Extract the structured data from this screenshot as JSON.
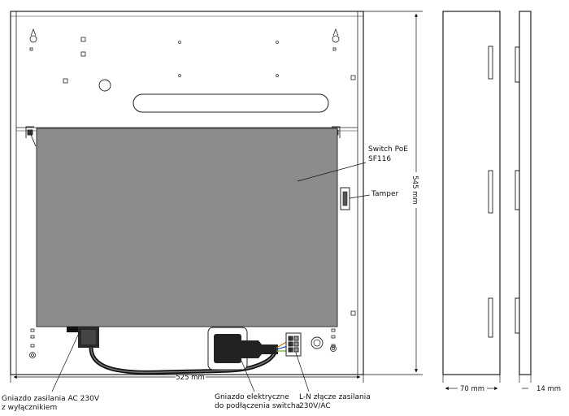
{
  "labels": {
    "switch_line1": "Switch PoE",
    "switch_line2": "SF116",
    "tamper": "Tamper",
    "power_socket_line1": "Gniazdo zasilania AC 230V",
    "power_socket_line2": "z wyłącznikiem",
    "electric_socket_line1": "Gniazdo elektryczne",
    "electric_socket_line2": "do podłączenia switcha",
    "ln_connector_line1": "L-N złącze zasilania",
    "ln_connector_line2": "230V/AC"
  },
  "dimensions": {
    "width": "525 mm",
    "height": "545 mm",
    "depth": "70 mm",
    "door_depth": "14 mm"
  }
}
